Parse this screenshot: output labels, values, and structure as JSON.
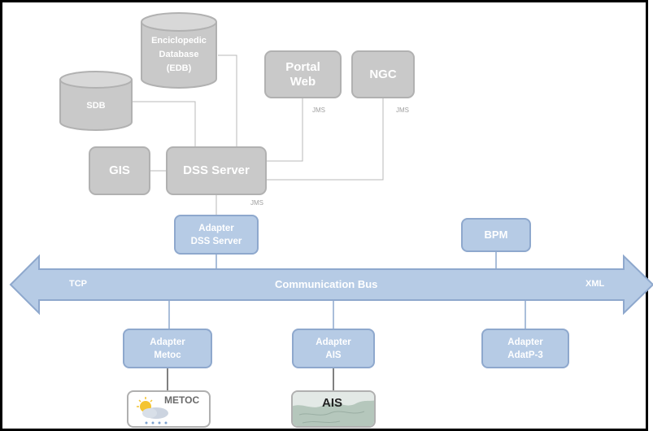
{
  "nodes": {
    "edb": "Enciclopedic\nDatabase\n(EDB)",
    "sdb": "SDB",
    "portal_web": "Portal\nWeb",
    "ngc": "NGC",
    "gis": "GIS",
    "dss_server": "DSS Server",
    "adapter_dss": "Adapter\nDSS Server",
    "bpm": "BPM",
    "adapter_metoc": "Adapter\nMetoc",
    "adapter_ais": "Adapter\nAIS",
    "adapter_adatp3": "Adapter\nAdatP-3"
  },
  "labels": {
    "jms_portal": "JMS",
    "jms_ngc": "JMS",
    "jms_dss": "JMS"
  },
  "bus": {
    "label": "Communication Bus",
    "left": "TCP",
    "right": "XML"
  },
  "thumbnails": {
    "metoc": "METOC",
    "ais": "AIS"
  },
  "colors": {
    "gray_fill": "#c9c9c9",
    "blue_fill": "#b6cbe5",
    "blue_border": "#8ea8cd"
  }
}
